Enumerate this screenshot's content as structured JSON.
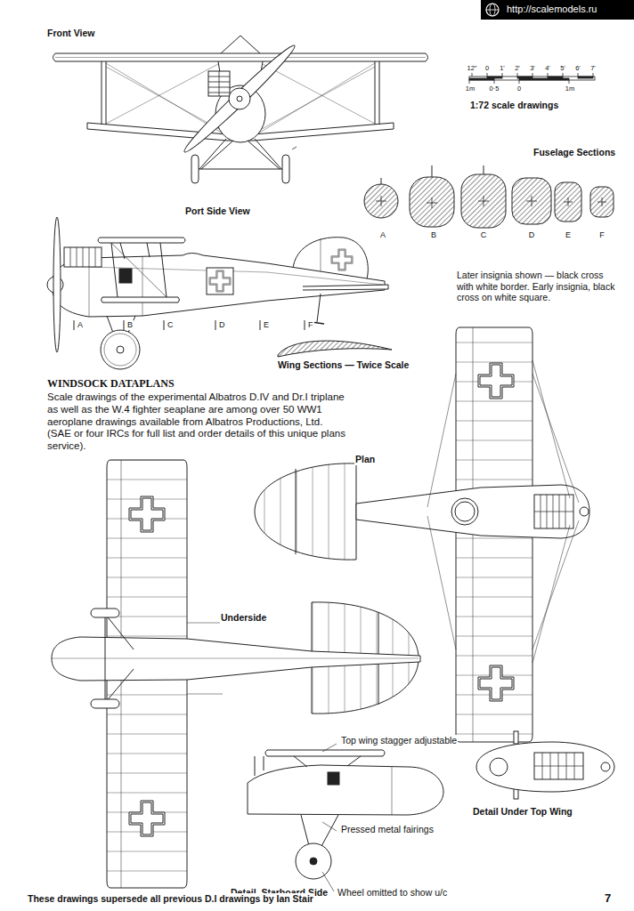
{
  "diagram": {
    "labels": [
      "http://scalemodels.ru",
      "Front View",
      "12\"",
      "0",
      "1'",
      "2'",
      "3'",
      "4'",
      "5'",
      "6'",
      "7'",
      "1m",
      "0·5",
      "0",
      "1m",
      "1:72 scale drawings",
      "Fuselage Sections",
      "A",
      "B",
      "C",
      "D",
      "E",
      "F",
      "Port Side View",
      "A",
      "B",
      "C",
      "D",
      "E",
      "F",
      "Later insignia shown — black cross with white border. Early insignia, black cross on white square.",
      "Wing Sections — Twice Scale",
      "WINDSOCK DATAPLANS",
      "Scale drawings of the experimental Albatros D.IV and Dr.I triplane as well as the W.4 fighter seaplane are among over 50 WW1 aeroplane drawings available from Albatros Productions, Ltd. (SAE or four IRCs for full list and order details of this unique plans service).",
      "Plan",
      "Underside",
      "Top wing stagger adjustable",
      "Pressed metal fairings",
      "Detail, Starboard Side",
      "Wheel omitted to show u/c",
      "Detail Under Top Wing",
      "These drawings supersede all previous D.I drawings by Ian Stair",
      "7"
    ]
  }
}
